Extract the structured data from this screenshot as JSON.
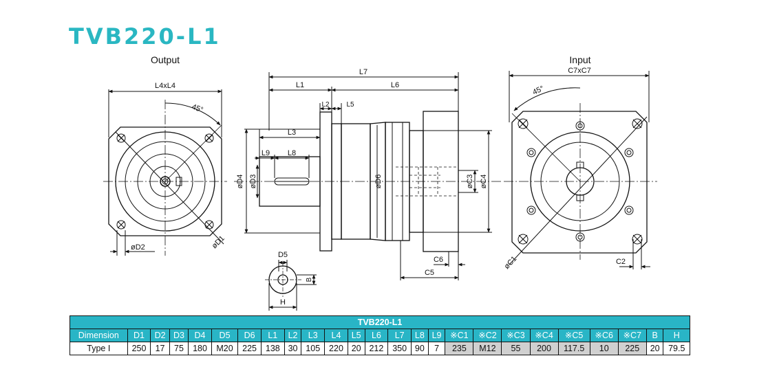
{
  "title": "TVB220-L1",
  "views": {
    "output_label": "Output",
    "input_label": "Input"
  },
  "dims": {
    "L4xL4": "L4xL4",
    "angle_out": "45°",
    "D2": "øD2",
    "D1": "øD1",
    "L7": "L7",
    "L1": "L1",
    "L6": "L6",
    "L2": "L2",
    "L5": "L5",
    "L3": "L3",
    "L9": "L9",
    "L8": "L8",
    "D4": "øD4",
    "D3": "øD3",
    "D6": "øD6",
    "C3": "øC3",
    "C4": "øC4",
    "C6": "C6",
    "C5": "C5",
    "D5": "D5",
    "B": "B",
    "H": "H",
    "C7xC7": "C7xC7",
    "angle_in": "45°",
    "C1": "øC1",
    "C2": "C2"
  },
  "table": {
    "title": "TVB220-L1",
    "headers": [
      "Dimension",
      "D1",
      "D2",
      "D3",
      "D4",
      "D5",
      "D6",
      "L1",
      "L2",
      "L3",
      "L4",
      "L5",
      "L6",
      "L7",
      "L8",
      "L9",
      "※C1",
      "※C2",
      "※C3",
      "※C4",
      "※C5",
      "※C6",
      "※C7",
      "B",
      "H"
    ],
    "row_label": "Type I",
    "values": [
      "250",
      "17",
      "75",
      "180",
      "M20",
      "225",
      "138",
      "30",
      "105",
      "220",
      "20",
      "212",
      "350",
      "90",
      "7",
      "235",
      "M12",
      "55",
      "200",
      "117.5",
      "10",
      "225",
      "20",
      "79.5"
    ]
  },
  "colors": {
    "accent": "#2ab7c2",
    "header_bg": "#29b5c6",
    "shaded_cell": "#d0d0d0"
  }
}
